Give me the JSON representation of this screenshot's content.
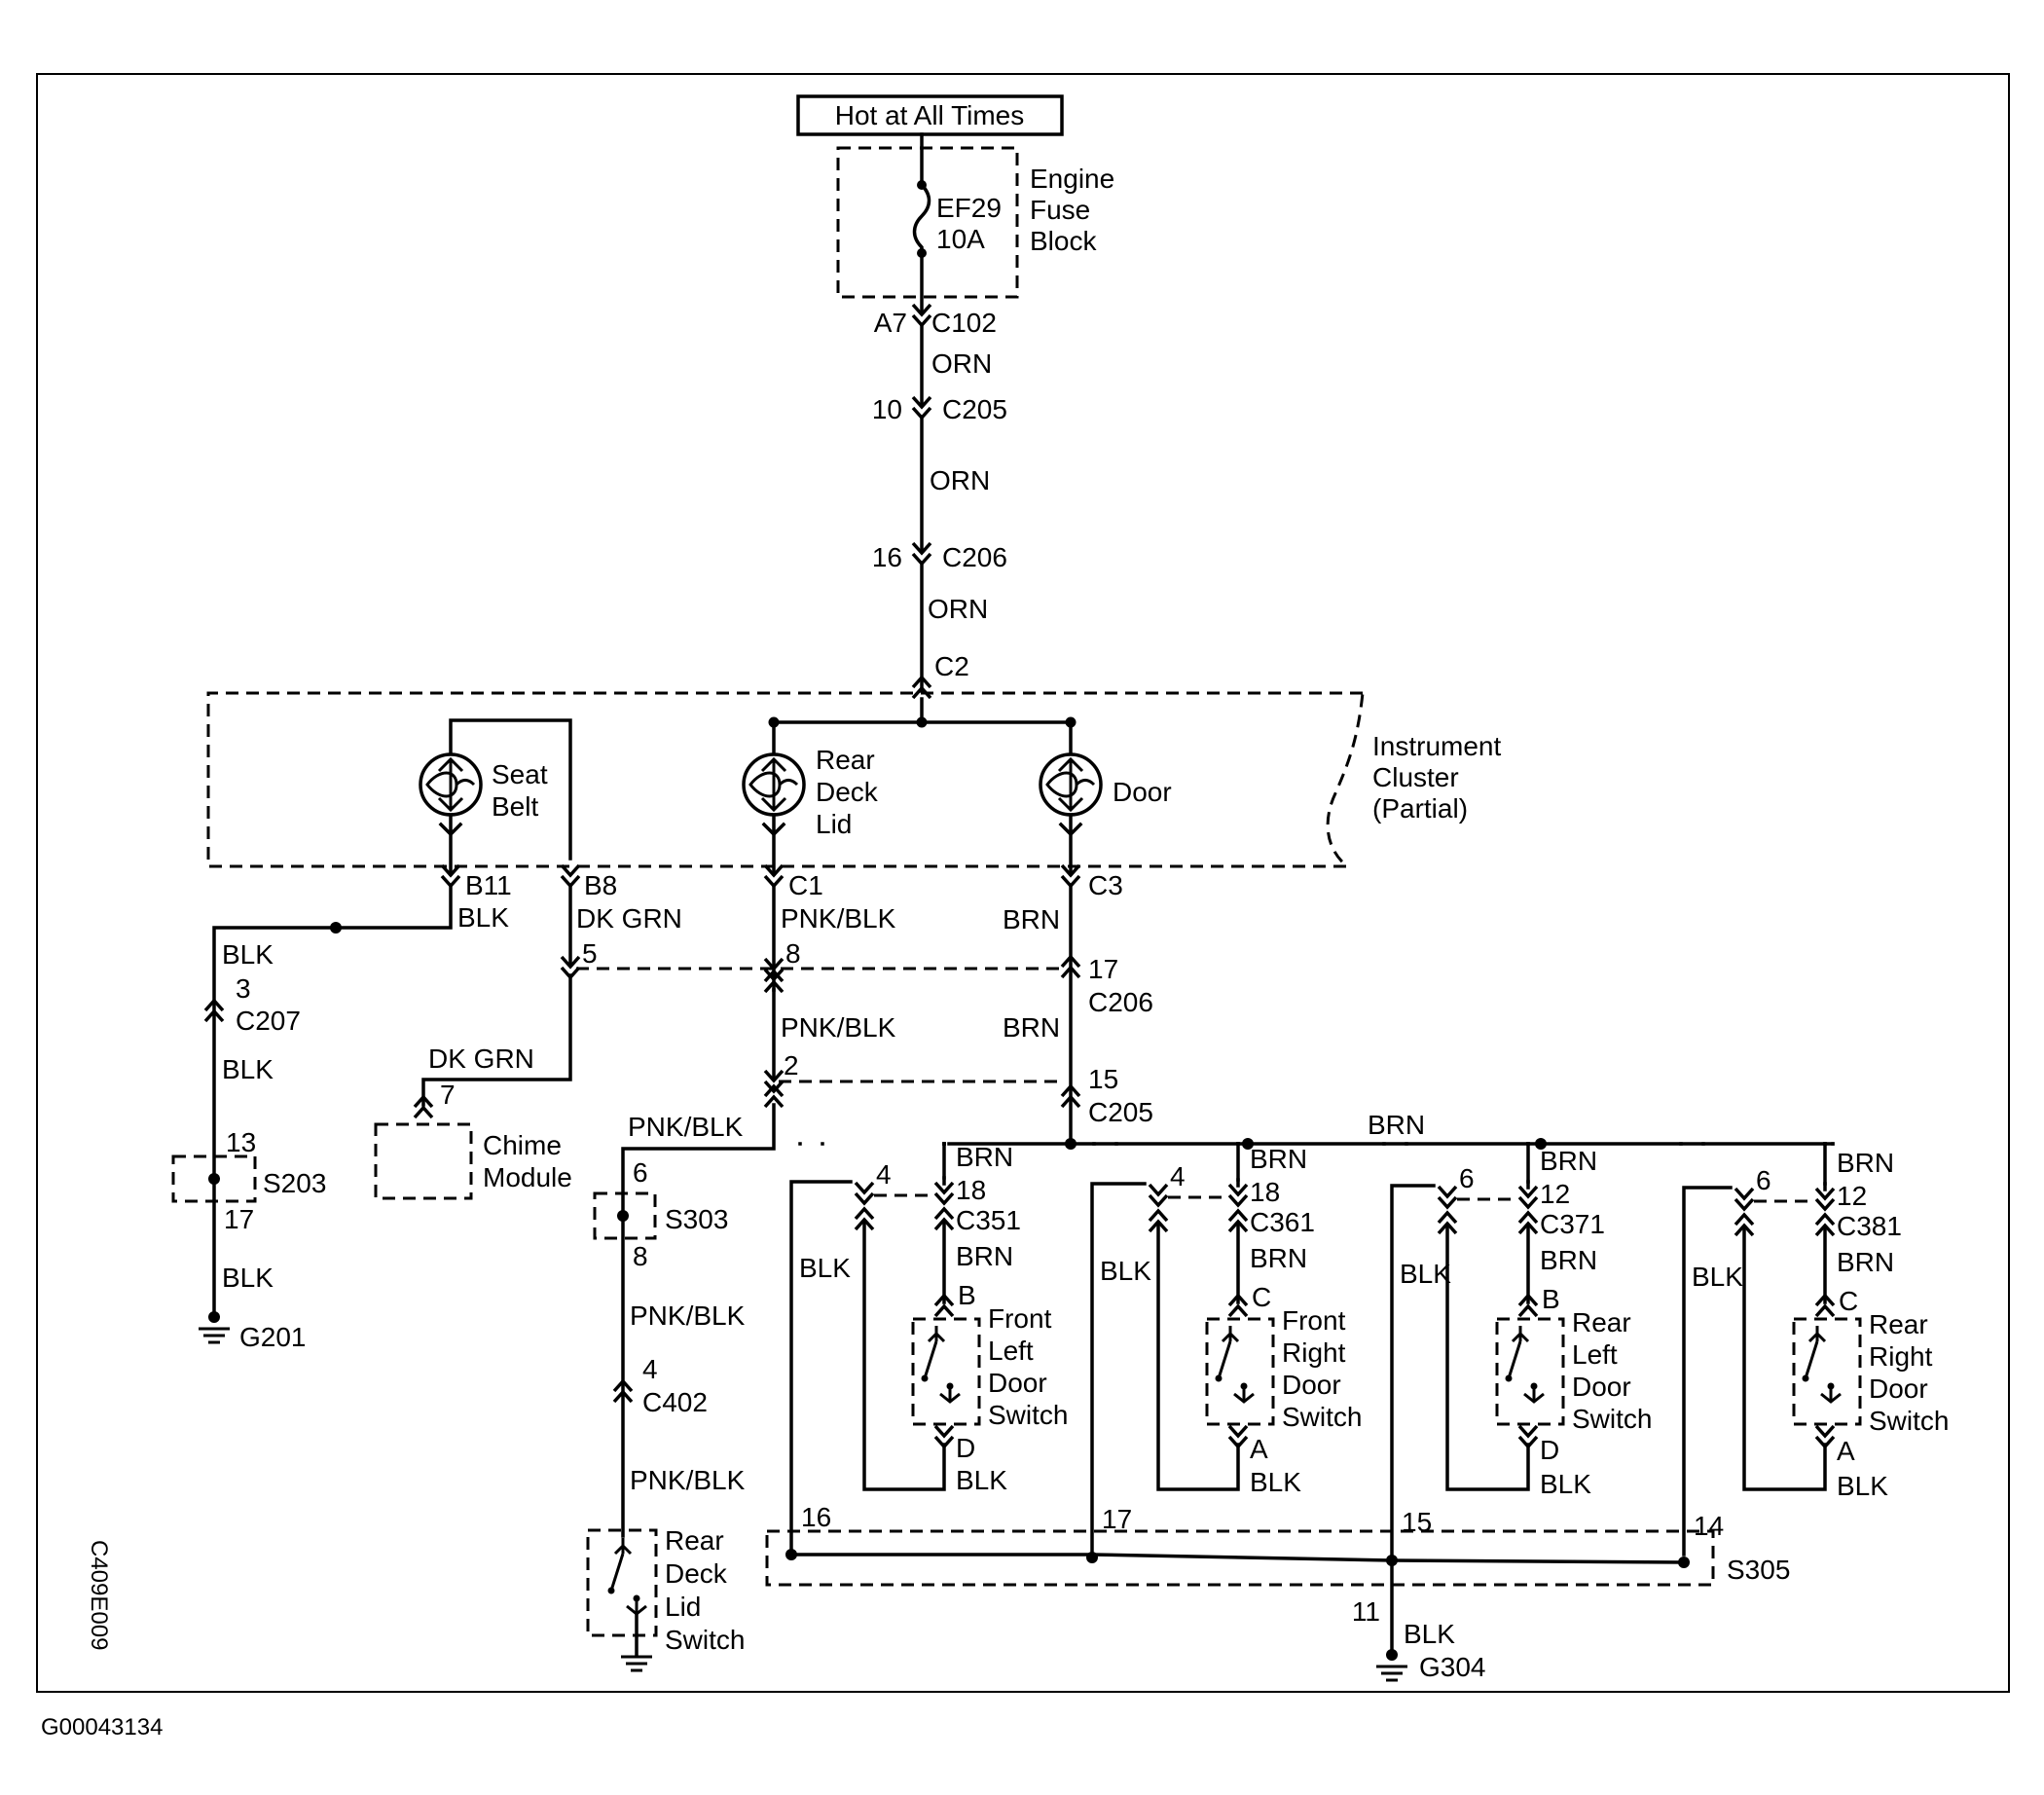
{
  "power": {
    "label": "Hot at All Times"
  },
  "fuse_block": {
    "name": [
      "Engine",
      "Fuse",
      "Block"
    ],
    "fuse_id": "EF29",
    "fuse_rating": "10A"
  },
  "main_feed": {
    "c102_pin": "A7",
    "c102": "C102",
    "wire1": "ORN",
    "c205_pin": "10",
    "c205": "C205",
    "wire2": "ORN",
    "c206_pin": "16",
    "c206": "C206",
    "wire3": "ORN",
    "c2": "C2"
  },
  "cluster": {
    "name": [
      "Instrument",
      "Cluster",
      "(Partial)"
    ],
    "lamps": {
      "seat_belt": [
        "Seat",
        "Belt"
      ],
      "rear_deck_lid": [
        "Rear",
        "Deck",
        "Lid"
      ],
      "door": [
        "Door"
      ]
    },
    "pins": {
      "b11": "B11",
      "b8": "B8",
      "c1": "C1",
      "c3": "C3"
    }
  },
  "seat_belt_circuit": {
    "wire_blk": "BLK",
    "wire_blk_b": "BLK",
    "c207_pin": "3",
    "c207": "C207",
    "wire_blk_c": "BLK",
    "s203_in": "13",
    "s203": "S203",
    "s203_out": "17",
    "wire_blk_d": "BLK",
    "ground": "G201"
  },
  "chime_circuit": {
    "wire": "DK GRN",
    "pin5": "5",
    "wire2": "DK GRN",
    "pin7": "7",
    "module": [
      "Chime",
      "Module"
    ]
  },
  "rear_deck_circuit": {
    "wire_a": "PNK/BLK",
    "pin8": "8",
    "wire_b": "PNK/BLK",
    "pin2": "2",
    "wire_c": "PNK/BLK",
    "s303_in": "6",
    "s303": "S303",
    "s303_out": "8",
    "wire_d": "PNK/BLK",
    "c402_pin": "4",
    "c402": "C402",
    "wire_e": "PNK/BLK",
    "switch": [
      "Rear",
      "Deck",
      "Lid",
      "Switch"
    ]
  },
  "door_circuit": {
    "wire_a": "BRN",
    "pin17": "17",
    "c206": "C206",
    "wire_b": "BRN",
    "pin15": "15",
    "c205": "C205",
    "bus_wire": "BRN"
  },
  "door_switches": [
    {
      "id": "fl",
      "brn_pin": "18",
      "blk_pin": "4",
      "connector": "C351",
      "in_term": "B",
      "out_term": "D",
      "name": [
        "Front",
        "Left",
        "Door",
        "Switch"
      ]
    },
    {
      "id": "fr",
      "brn_pin": "18",
      "blk_pin": "4",
      "connector": "C361",
      "in_term": "C",
      "out_term": "A",
      "name": [
        "Front",
        "Right",
        "Door",
        "Switch"
      ]
    },
    {
      "id": "rl",
      "brn_pin": "12",
      "blk_pin": "6",
      "connector": "C371",
      "in_term": "B",
      "out_term": "D",
      "name": [
        "Rear",
        "Left",
        "Door",
        "Switch"
      ]
    },
    {
      "id": "rr",
      "brn_pin": "12",
      "blk_pin": "6",
      "connector": "C381",
      "in_term": "C",
      "out_term": "A",
      "name": [
        "Rear",
        "Right",
        "Door",
        "Switch"
      ]
    }
  ],
  "wire_labels": {
    "brn": "BRN",
    "blk": "BLK"
  },
  "s305": {
    "pins": [
      "16",
      "17",
      "15",
      "14"
    ],
    "name": "S305",
    "out_pin": "11",
    "wire": "BLK",
    "ground": "G304"
  },
  "figure_codes": {
    "side": "C409E009",
    "bottom": "G00043134"
  }
}
